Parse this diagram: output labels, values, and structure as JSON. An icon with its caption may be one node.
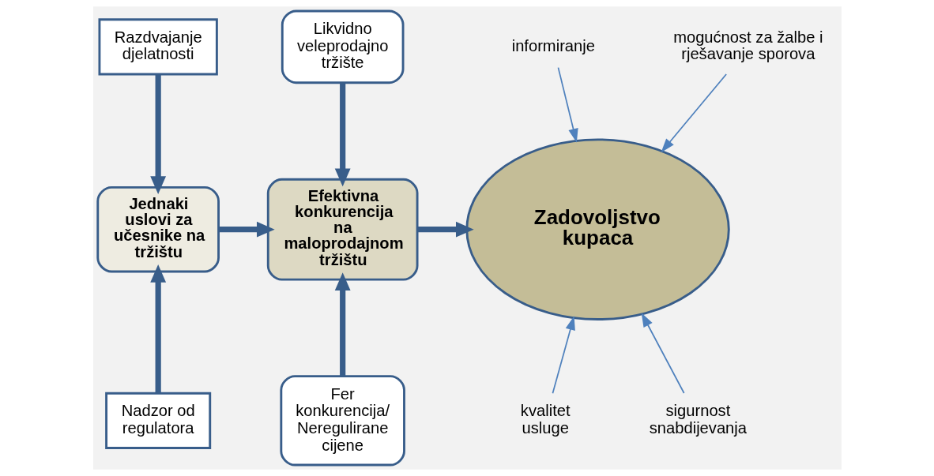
{
  "diagram": {
    "nodes": [
      {
        "text": [
          "Razdvajanje djelatnosti"
        ]
      },
      {
        "text": [
          "Jednaki uslovi za učesnike na tržištu"
        ]
      },
      {
        "text": [
          "Nadzor od regulatora"
        ]
      },
      {
        "text": [
          "Likvidno veleprodajno tržište"
        ]
      },
      {
        "text": [
          "Efektivna konkurencija na maloprodajnom tržištu"
        ]
      },
      {
        "text": [
          "Fer konkurencija/ Neregulirane cijene"
        ]
      },
      {
        "text": [
          "Zadovoljstvo kupaca"
        ]
      },
      {
        "text": [
          "informiranje"
        ]
      },
      {
        "text": [
          "mogućnost za žalbe i rješavanje sporova"
        ]
      },
      {
        "text": [
          "kvalitet usluge"
        ]
      },
      {
        "text": [
          "sigurnost snabdijevanja"
        ]
      }
    ],
    "edges": [
      {
        "from": 0,
        "to": 1,
        "arrow": "to"
      },
      {
        "from": 2,
        "to": 1,
        "arrow": "to"
      },
      {
        "from": 1,
        "to": 4,
        "arrow": "to"
      },
      {
        "from": 3,
        "to": 4,
        "arrow": "to"
      },
      {
        "from": 5,
        "to": 4,
        "arrow": "to"
      },
      {
        "from": 4,
        "to": 6,
        "arrow": "to"
      },
      {
        "from": 7,
        "to": 6,
        "arrow": "to",
        "color": "#4f81bd"
      },
      {
        "from": 8,
        "to": 6,
        "arrow": "to",
        "color": "#4f81bd"
      },
      {
        "from": 9,
        "to": 6,
        "arrow": "to",
        "color": "#4f81bd"
      },
      {
        "from": 10,
        "to": 6,
        "arrow": "to",
        "color": "#4f81bd"
      }
    ]
  }
}
